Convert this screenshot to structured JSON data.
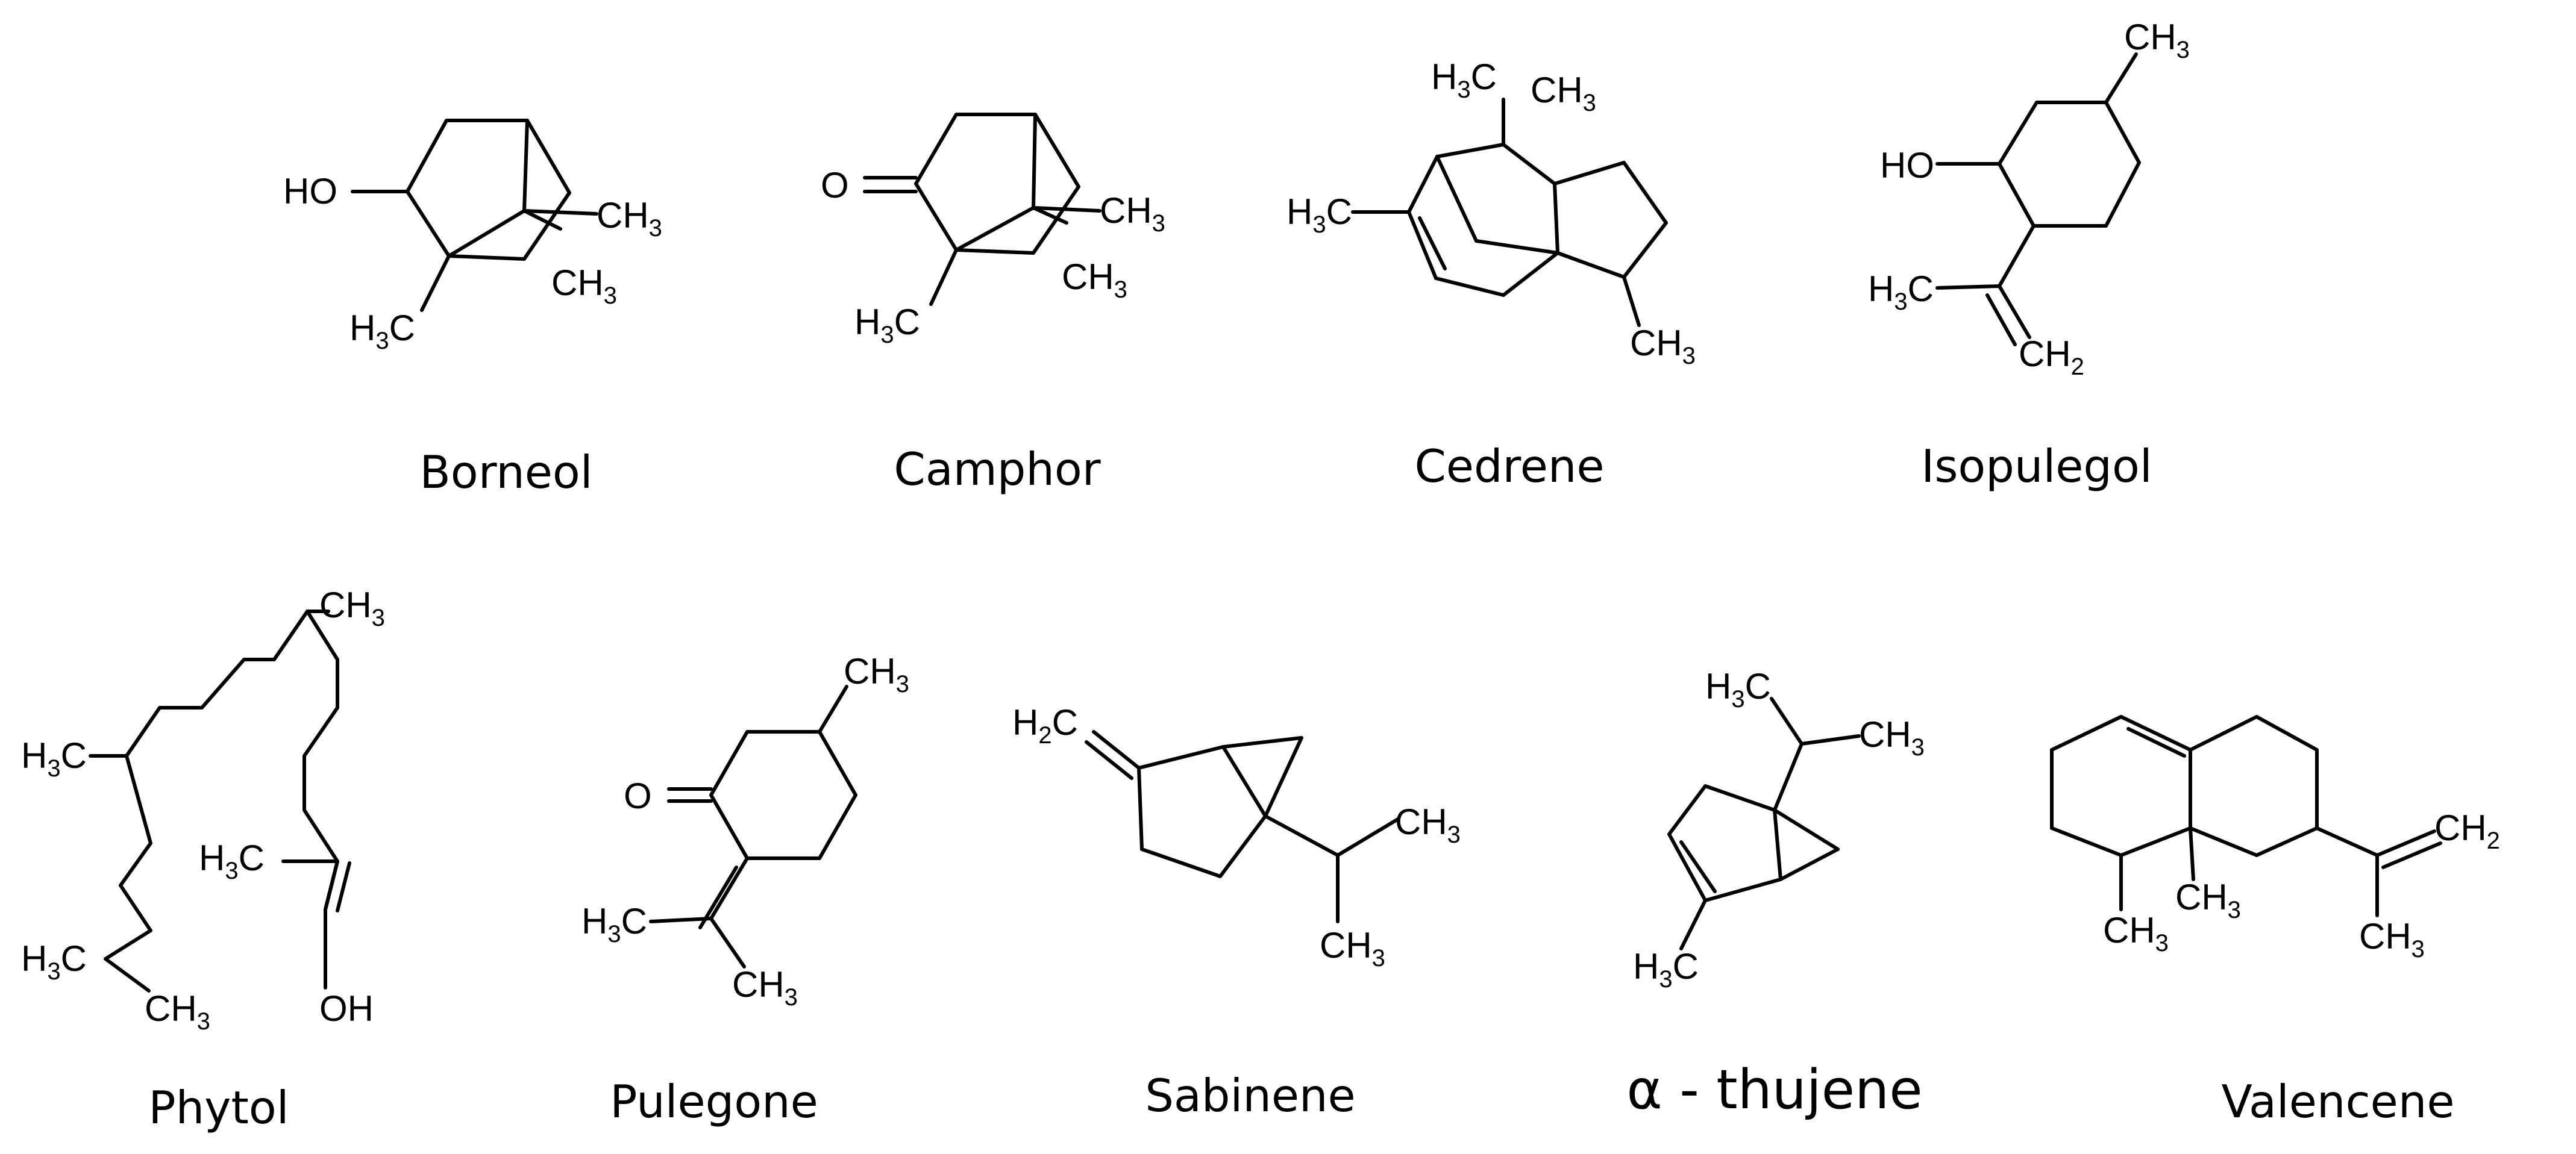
{
  "molecules": [
    {
      "name": "Borneol",
      "labels": {
        "hydroxyl": "HO",
        "methyl_right": "CH",
        "methyl_bridge": "CH",
        "methyl_low": "H",
        "methyl_low_c": "C",
        "sub3": "3"
      }
    },
    {
      "name": "Camphor",
      "labels": {
        "oxygen": "O",
        "methyl_right": "CH",
        "methyl_bridge": "CH",
        "methyl_low": "H",
        "methyl_low_c": "C",
        "sub3": "3"
      }
    },
    {
      "name": "Cedrene",
      "labels": {
        "h3c_top": "H",
        "c_top": "C",
        "ch3_top": "CH",
        "h3c_left": "H",
        "c_left": "C",
        "ch3_bottom": "CH",
        "sub3": "3"
      }
    },
    {
      "name": "Isopulegol",
      "labels": {
        "ch3_top": "CH",
        "hydroxyl": "HO",
        "h3c_left": "H",
        "c_left": "C",
        "ch2": "CH",
        "sub3": "3",
        "sub2": "2"
      }
    },
    {
      "name": "Phytol",
      "labels": {
        "ch3_top": "CH",
        "h3c_mid": "H",
        "c_mid": "C",
        "h3c_low": "H",
        "c_low": "C",
        "ch3_low": "CH",
        "h3c_vinyl": "H",
        "c_vinyl": "C",
        "oh": "OH",
        "sub3": "3"
      }
    },
    {
      "name": "Pulegone",
      "labels": {
        "ch3_top": "CH",
        "oxygen": "O",
        "h3c_left": "H",
        "c_left": "C",
        "ch3_bottom": "CH",
        "sub3": "3"
      }
    },
    {
      "name": "Sabinene",
      "labels": {
        "h2c": "H",
        "c_h2c": "C",
        "ch3_right": "CH",
        "ch3_bottom": "CH",
        "sub3": "3",
        "sub2": "2"
      }
    },
    {
      "name": "α - thujene",
      "labels": {
        "h3c_top": "H",
        "c_top": "C",
        "ch3_top": "CH",
        "h3c_bottom": "H",
        "c_bottom": "C",
        "sub3": "3"
      }
    },
    {
      "name": "Valencene",
      "labels": {
        "ch2": "CH",
        "ch3_center": "CH",
        "ch3_left": "CH",
        "ch3_right": "CH",
        "sub3": "3",
        "sub2": "2"
      }
    }
  ]
}
